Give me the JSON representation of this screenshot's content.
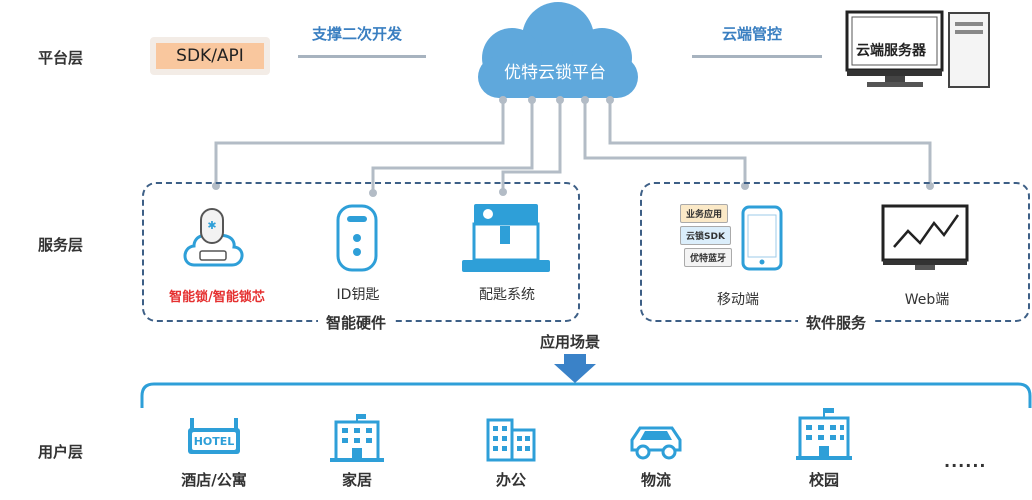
{
  "layers": {
    "platform": "平台层",
    "service": "服务层",
    "user": "用户层"
  },
  "platform": {
    "sdk": "SDK/API",
    "left_link": "支撑二次开发",
    "cloud": "优特云锁平台",
    "right_link": "云端管控",
    "server": "云端服务器"
  },
  "hardware": {
    "group": "智能硬件",
    "items": [
      "智能锁/智能锁芯",
      "ID钥匙",
      "配匙系统"
    ]
  },
  "software": {
    "group": "软件服务",
    "items": [
      "移动端",
      "Web端"
    ],
    "phone_tags": [
      "业务应用",
      "云锁SDK",
      "优特蓝牙"
    ]
  },
  "scenes": {
    "title": "应用场景",
    "hotel_sign": "HOTEL",
    "items": [
      "酒店/公寓",
      "家居",
      "办公",
      "物流",
      "校园"
    ],
    "more": "......"
  },
  "colors": {
    "cloud": "#5fa8dc",
    "accent": "#2e9fd8",
    "dash": "#3d5f86",
    "sdk": "#f9c79e",
    "red": "#e53030"
  }
}
